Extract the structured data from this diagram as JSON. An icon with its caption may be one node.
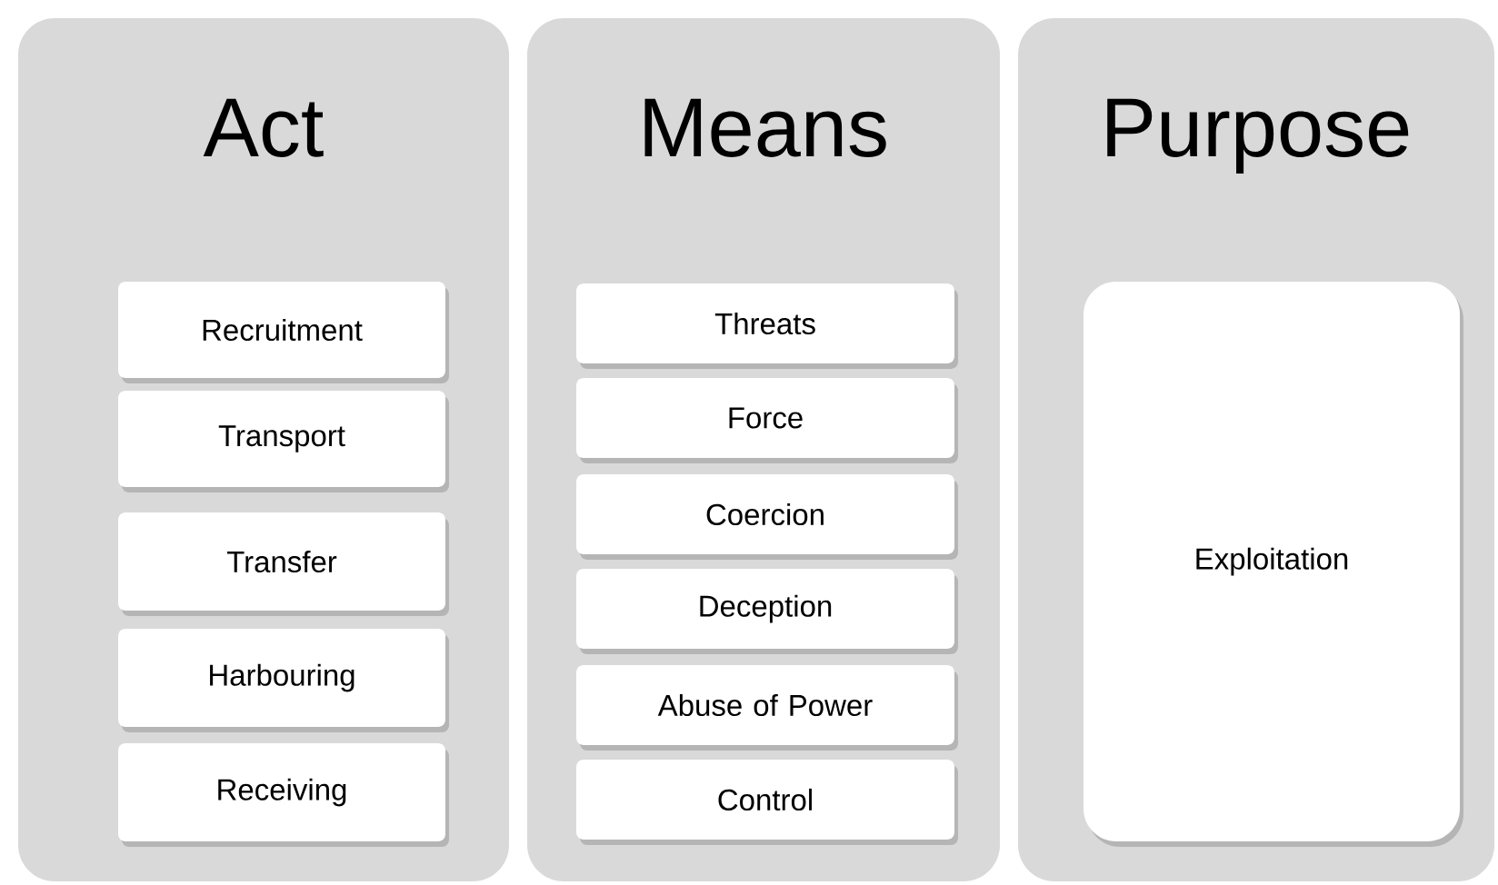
{
  "diagram": {
    "nodes": [
      {
        "text": [
          "Act"
        ]
      },
      {
        "text": [
          "Recruitment"
        ],
        "in": 0
      },
      {
        "text": [
          "Transport"
        ],
        "in": 0
      },
      {
        "text": [
          "Transfer"
        ],
        "in": 0
      },
      {
        "text": [
          "Harbouring"
        ],
        "in": 0
      },
      {
        "text": [
          "Receiving"
        ],
        "in": 0
      },
      {
        "text": [
          "Means"
        ]
      },
      {
        "text": [
          "Threats"
        ],
        "in": 6
      },
      {
        "text": [
          "Force"
        ],
        "in": 6
      },
      {
        "text": [
          "Coercion"
        ],
        "in": 6
      },
      {
        "text": [
          "Deception"
        ],
        "in": 6
      },
      {
        "text": [
          "Abuse of Power"
        ],
        "in": 6
      },
      {
        "text": [
          "Control"
        ],
        "in": 6
      },
      {
        "text": [
          "Purpose"
        ]
      },
      {
        "text": [
          "Exploitation"
        ],
        "in": 13
      }
    ]
  }
}
